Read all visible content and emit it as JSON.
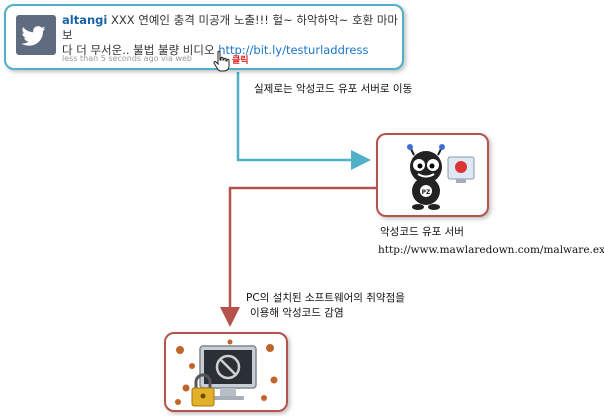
{
  "tweet": {
    "username": "altangi",
    "text_line1": " XXX 연예인 충격 미공개 노출!!! 헐~ 하악하악~ 호환 마마보",
    "text_line2": "다 더 무서운.. 불법 불량 비디오 ",
    "link": "http://bit.ly/testurladdress",
    "meta": "less than 5 seconds ago via web",
    "click_label": "클릭"
  },
  "steps": {
    "redirect": "실제로는 악성코드 유포 서버로 이동",
    "server_name": "악성코드 유포 서버",
    "server_url": "http://www.mawlaredown.com/malware.exe",
    "exploit_line1": "PC의 설치된 소프트웨어의 취약점을",
    "exploit_line2": "이용해 악성코드 감염"
  },
  "icons": {
    "avatar": "twitter-bird-icon",
    "cursor": "hand-pointer-icon",
    "server": "pz-virus-mascot-icon",
    "pc": "infected-monitor-lock-icon"
  },
  "colors": {
    "tweet_border": "#4fb0c6",
    "box_border": "#b5524c",
    "arrow_teal": "#4fb0c6",
    "arrow_red": "#b5524c",
    "link": "#1a76c8",
    "click": "#e02020"
  }
}
